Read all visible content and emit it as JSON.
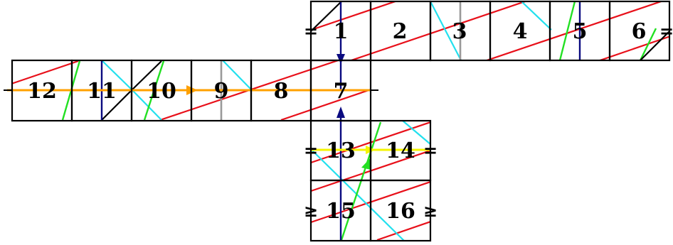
{
  "cells": [
    {
      "id": "cell-1",
      "label": "1"
    },
    {
      "id": "cell-2",
      "label": "2"
    },
    {
      "id": "cell-3",
      "label": "3"
    },
    {
      "id": "cell-4",
      "label": "4"
    },
    {
      "id": "cell-5",
      "label": "5"
    },
    {
      "id": "cell-6",
      "label": "6"
    },
    {
      "id": "cell-7",
      "label": "7"
    },
    {
      "id": "cell-8",
      "label": "8"
    },
    {
      "id": "cell-9",
      "label": "9"
    },
    {
      "id": "cell-10",
      "label": "10"
    },
    {
      "id": "cell-11",
      "label": "11"
    },
    {
      "id": "cell-12",
      "label": "12"
    },
    {
      "id": "cell-13",
      "label": "13"
    },
    {
      "id": "cell-14",
      "label": "14"
    },
    {
      "id": "cell-15",
      "label": "15"
    },
    {
      "id": "cell-16",
      "label": "16"
    }
  ],
  "edge_marks": {
    "left_1": "=",
    "right_6": "=",
    "left_13": "=",
    "right_14": "=",
    "left_15": "≥",
    "right_16": "≥"
  },
  "colors": {
    "grid": "#000000",
    "red": "#e8101a",
    "cyan": "#22e0ee",
    "green": "#22e022",
    "navy": "#0a0a80",
    "orange": "#ffa000",
    "yellow": "#f5f500",
    "gray": "#999999"
  }
}
